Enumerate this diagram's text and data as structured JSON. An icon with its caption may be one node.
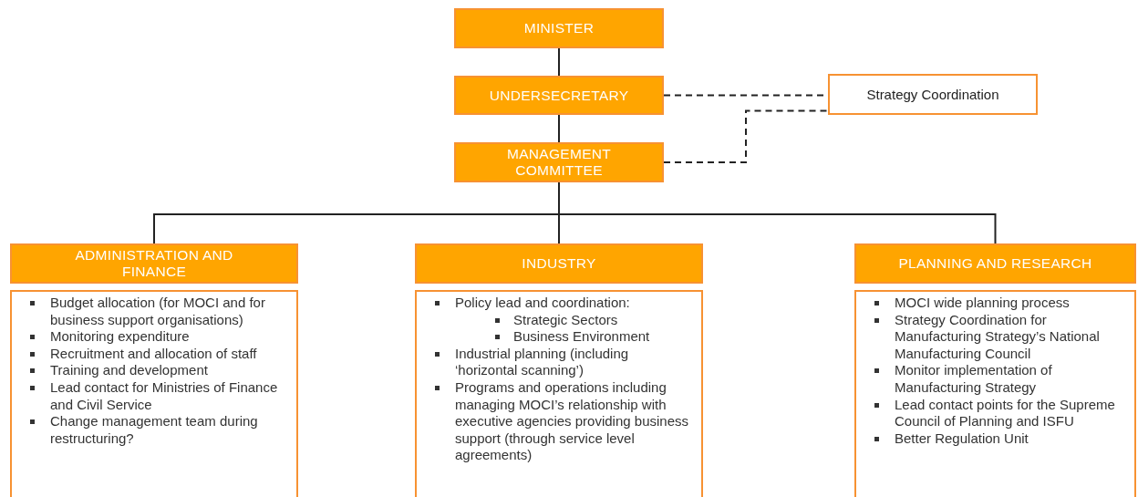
{
  "diagram": {
    "nodes": [
      {
        "text": [
          "MINISTER"
        ]
      },
      {
        "text": [
          "UNDERSECRETARY"
        ]
      },
      {
        "text": [
          "MANAGEMENT COMMITTEE"
        ]
      },
      {
        "text": [
          "Strategy Coordination"
        ]
      },
      {
        "text": [
          "ADMINISTRATION AND FINANCE"
        ]
      },
      {
        "text": [
          "Budget allocation (for MOCI and for business support organisations)",
          "Monitoring expenditure",
          "Recruitment and allocation of staff",
          "Training and development",
          "Lead contact for Ministries of Finance and Civil Service",
          "Change management team during restructuring?"
        ]
      },
      {
        "text": [
          "INDUSTRY"
        ]
      },
      {
        "text": [
          "Policy lead and coordination:",
          "Strategic Sectors",
          "Business Environment",
          "Industrial planning (including ‘horizontal scanning’)",
          "Programs and operations including managing MOCI’s relationship with executive agencies providing business support (through service level agreements)"
        ]
      },
      {
        "text": [
          "PLANNING AND RESEARCH"
        ]
      },
      {
        "text": [
          "MOCI wide planning process",
          "Strategy Coordination for Manufacturing Strategy’s National Manufacturing Council",
          "Monitor implementation of Manufacturing Strategy",
          "Lead contact points for the Supreme Council of Planning and ISFU",
          "Better Regulation Unit"
        ]
      }
    ],
    "edges": [
      {
        "from": 0,
        "to": 1,
        "arrow": "none"
      },
      {
        "from": 1,
        "to": 2,
        "arrow": "none"
      },
      {
        "from": 1,
        "to": 3,
        "arrow": "none",
        "style": "dashed"
      },
      {
        "from": 2,
        "to": 3,
        "arrow": "none",
        "style": "dashed"
      },
      {
        "from": 2,
        "to": 4,
        "arrow": "none"
      },
      {
        "from": 2,
        "to": 6,
        "arrow": "none"
      },
      {
        "from": 2,
        "to": 8,
        "arrow": "none"
      }
    ]
  }
}
